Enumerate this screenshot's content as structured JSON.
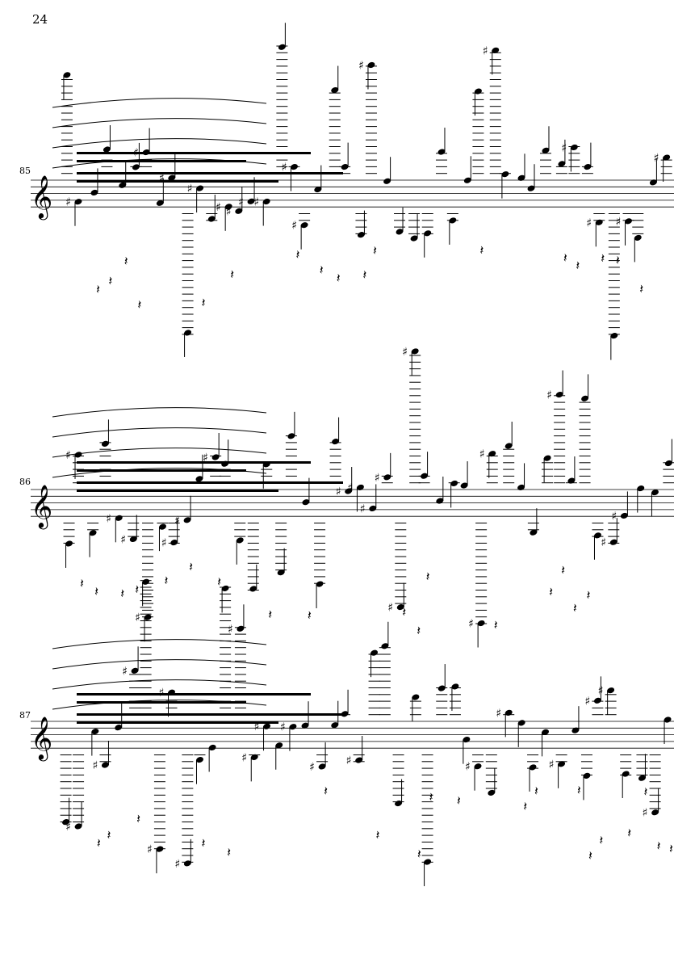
{
  "page_number": "24",
  "systems": [
    {
      "measure_number": "85"
    },
    {
      "measure_number": "86"
    },
    {
      "measure_number": "87"
    }
  ]
}
